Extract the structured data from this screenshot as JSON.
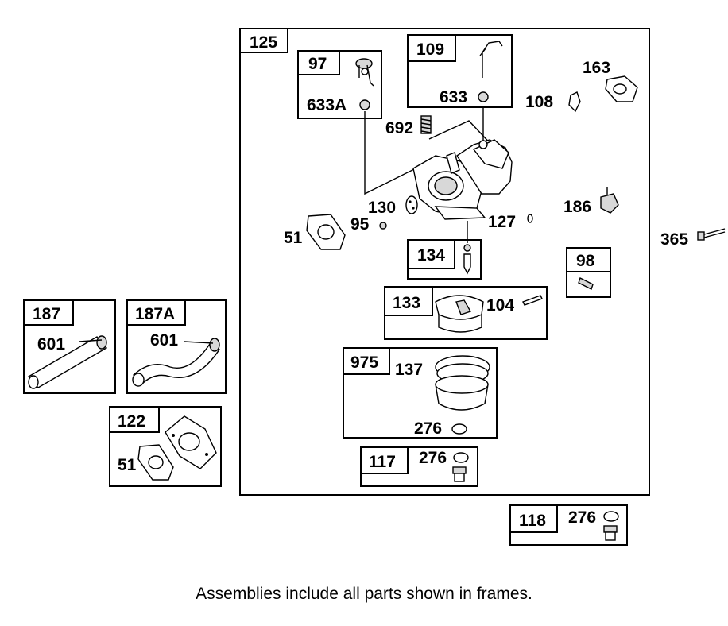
{
  "caption": "Assemblies include all parts shown in frames.",
  "frames": {
    "main": "125",
    "f97": "97",
    "f109": "109",
    "f134": "134",
    "f98": "98",
    "f133": "133",
    "f975": "975",
    "f117": "117",
    "f118": "118",
    "f187": "187",
    "f187a": "187A",
    "f122": "122"
  },
  "parts": {
    "p633a": "633A",
    "p633": "633",
    "p163": "163",
    "p108": "108",
    "p692": "692",
    "p130": "130",
    "p95": "95",
    "p127": "127",
    "p186": "186",
    "p51a": "51",
    "p365": "365",
    "p104": "104",
    "p137": "137",
    "p276a": "276",
    "p276b": "276",
    "p276c": "276",
    "p601a": "601",
    "p601b": "601",
    "p51b": "51"
  }
}
